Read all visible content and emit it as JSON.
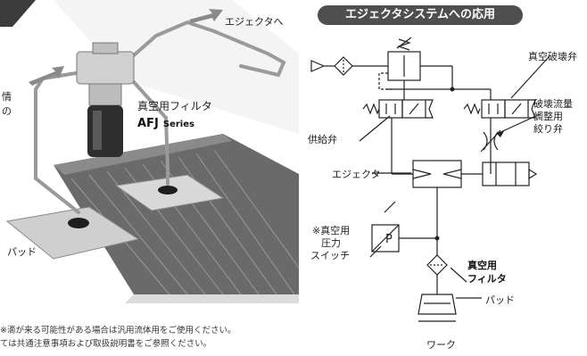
{
  "illustration": {
    "to_ejector": "エジェクタへ",
    "filter_name": "真空用フィルタ",
    "filter_series_bold": "AFJ",
    "filter_series_suffix": "Series",
    "pad": "パッド",
    "left_fragment_1": "情",
    "left_fragment_2": "の"
  },
  "diagram": {
    "title": "エジェクタシステムへの応用",
    "vacuum_break_valve": "真空破壊弁",
    "flow_adjust": [
      "破壊流量",
      "調整用",
      "絞り弁"
    ],
    "supply_valve": "供給弁",
    "ejector": "エジェクタ",
    "pressure_switch": [
      "※真空用",
      "圧力",
      "スイッチ"
    ],
    "switch_symbol": "P",
    "vacuum_filter": [
      "真空用",
      "フィルタ"
    ],
    "pad": "パッド",
    "work": "ワーク"
  },
  "footnotes": [
    "※滴が来る可能性がある場合は汎用流体用をご使用ください。",
    "ては共通注意事項および取扱説明書をご参照ください。"
  ],
  "colors": {
    "title_bg": "#4f4f4f",
    "line": "#222222",
    "conveyor": "#5a5a5a"
  }
}
